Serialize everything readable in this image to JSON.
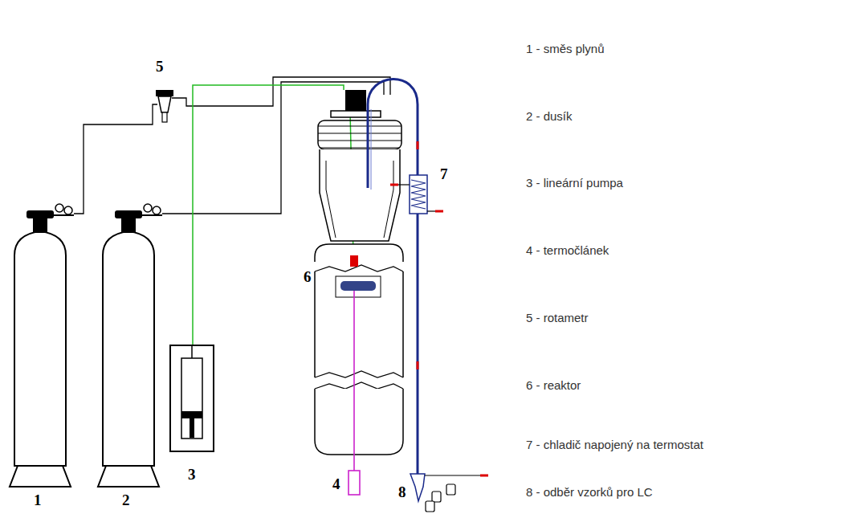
{
  "diagram": {
    "labels": [
      "5",
      "1",
      "2",
      "3",
      "6",
      "4",
      "7",
      "8",
      "1 - směs plynů",
      "2 - dusík",
      "3 - lineární pumpa",
      "4 - termočlánek",
      "5 - rotametr",
      "6 - reaktor",
      "7 - chladič napojený na termostat",
      "8 - odběr vzorků pro LC"
    ]
  }
}
